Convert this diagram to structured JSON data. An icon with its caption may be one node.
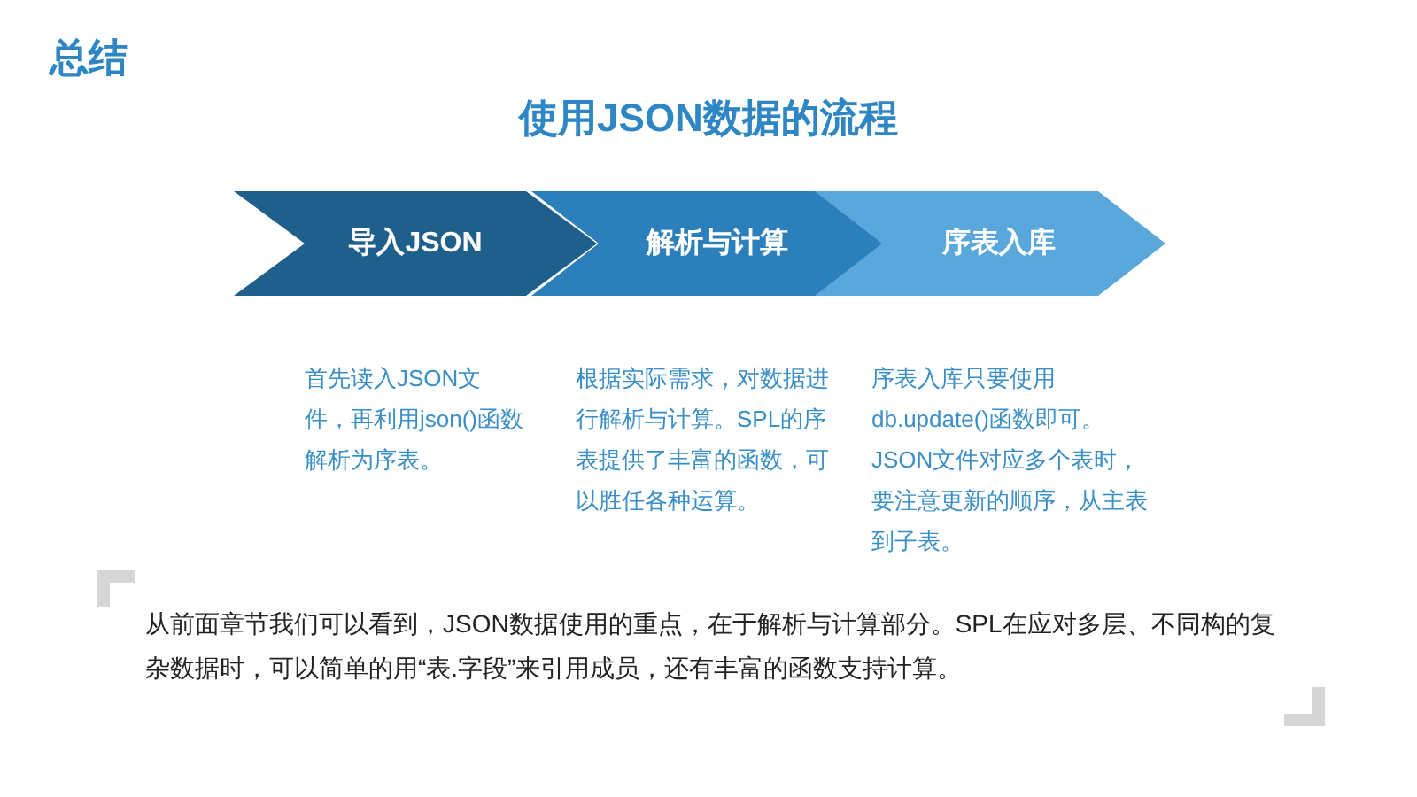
{
  "diagram": {
    "title": "使用JSON数据的流程",
    "nodes": [
      {
        "text": [
          "导入JSON"
        ],
        "beside": [
          "首先读入JSON文件，再利用json()函数解析为序表。"
        ]
      },
      {
        "text": [
          "解析与计算"
        ],
        "beside": [
          "根据实际需求，对数据进行解析与计算。SPL的序表提供了丰富的函数，可以胜任各种运算。"
        ]
      },
      {
        "text": [
          "序表入库"
        ],
        "beside": [
          "序表入库只要使用db.update()函数即可。JSON文件对应多个表时，要注意更新的顺序，从主表到子表。"
        ]
      }
    ],
    "labels": [
      "总结",
      "从前面章节我们可以看到，JSON数据使用的重点，在于解析与计算部分。SPL在应对多层、不同构的复杂数据时，可以简单的用“表.字段”来引用成员，还有丰富的函数支持计算。"
    ]
  }
}
